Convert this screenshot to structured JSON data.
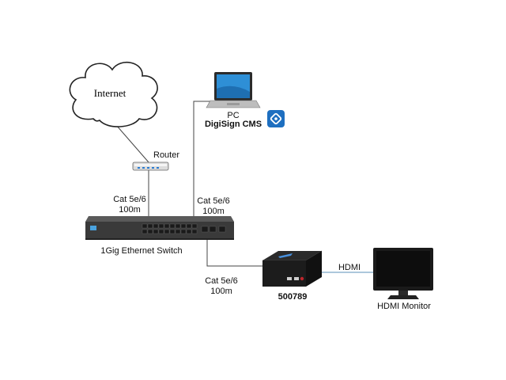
{
  "labels": {
    "internet": "Internet",
    "router": "Router",
    "pc": "PC",
    "cms": "DigiSign CMS",
    "cable_router": [
      "Cat 5e/6",
      "100m"
    ],
    "cable_pc": [
      "Cat 5e/6",
      "100m"
    ],
    "cable_player": [
      "Cat 5e/6",
      "100m"
    ],
    "switch": "1Gig Ethernet Switch",
    "player": "500789",
    "hdmi": "HDMI",
    "monitor": "HDMI Monitor"
  },
  "icons": {
    "cloud": "cloud-icon",
    "router": "router-icon",
    "laptop": "laptop-icon",
    "cms_app": "cms-app-icon",
    "switch": "network-switch-icon",
    "player": "media-player-icon",
    "monitor": "monitor-icon"
  },
  "colors": {
    "cable": "#444444",
    "hdmi_cable": "#5a8fb8",
    "cms_badge": "#1e6fc0",
    "switch_body": "#3a3a3a",
    "player_body": "#1c1c1c"
  }
}
